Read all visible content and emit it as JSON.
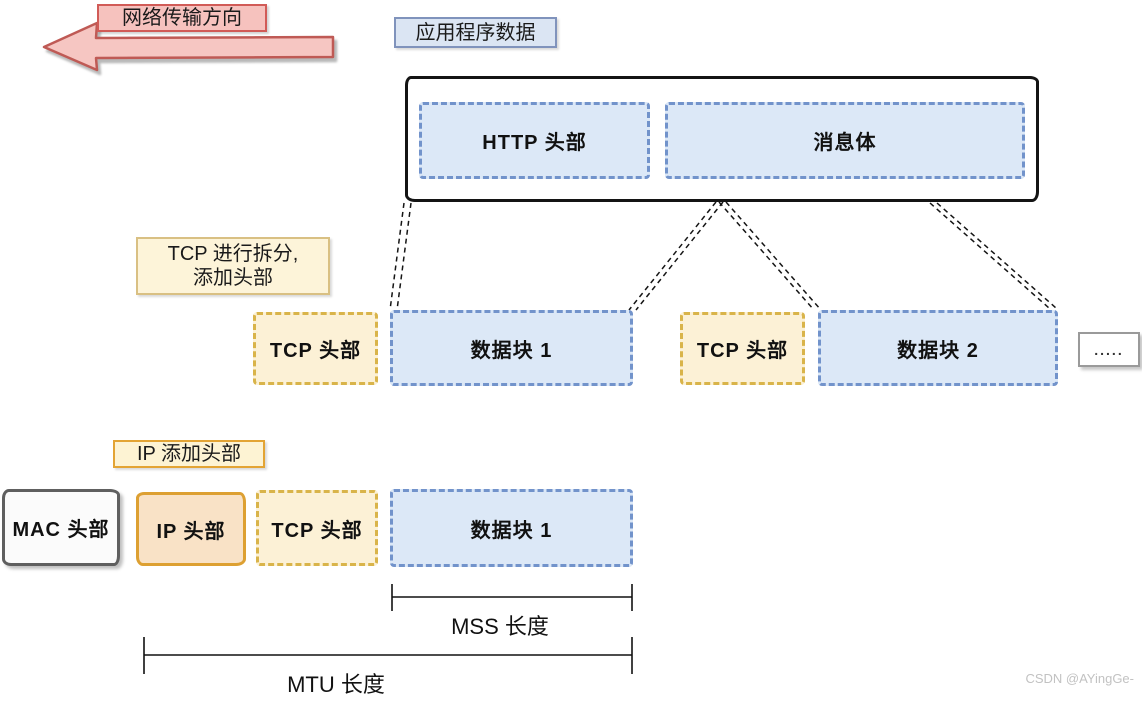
{
  "header": {
    "direction_label": "网络传输方向",
    "app_data_label": "应用程序数据"
  },
  "app_box": {
    "http_header": "HTTP 头部",
    "message_body": "消息体"
  },
  "tcp_split_label": {
    "line1": "TCP 进行拆分,",
    "line2": "添加头部"
  },
  "tcp_segments": [
    {
      "header": "TCP 头部",
      "data": "数据块 1"
    },
    {
      "header": "TCP 头部",
      "data": "数据块 2"
    }
  ],
  "ellipsis": ".....",
  "ip_add_label": "IP 添加头部",
  "frame": {
    "mac": "MAC 头部",
    "ip": "IP 头部",
    "tcp": "TCP 头部",
    "data": "数据块 1"
  },
  "measurements": {
    "mss": "MSS 长度",
    "mtu": "MTU 长度"
  },
  "watermark": "CSDN @AYingGe-",
  "colors": {
    "arrow_fill": "#f6c6c2",
    "arrow_border": "#bf5a55",
    "blue_block_bg": "#dce8f7",
    "blue_block_border": "#7293cb",
    "yellow_block_bg": "#fcf1d6",
    "yellow_block_border": "#d9b44a",
    "orange_block_bg": "#f9e2c6",
    "orange_block_border": "#dda032",
    "mac_border": "#5f5f5f",
    "connector": "#151515"
  }
}
